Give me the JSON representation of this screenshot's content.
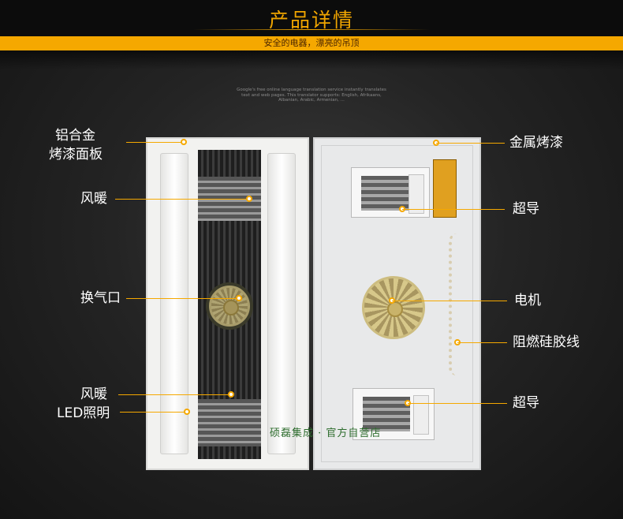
{
  "header": {
    "title": "产品详情",
    "subtitle": "安全的电器，漂亮的吊顶"
  },
  "translator_note": "Google's free online language translation service instantly translates text and web pages. This translator supports: English, Afrikaans, Albanian, Arabic, Armenian, ...",
  "watermark": "硕磊集成 · 官方自营店",
  "callouts": {
    "left": [
      {
        "name": "aluminum-panel",
        "line1": "铝合金",
        "line2": "烤漆面板"
      },
      {
        "name": "heater-top",
        "label": "风暖"
      },
      {
        "name": "vent",
        "label": "换气口"
      },
      {
        "name": "heater-bottom",
        "label": "风暖"
      },
      {
        "name": "led",
        "label": "LED照明"
      }
    ],
    "right": [
      {
        "name": "metal-paint",
        "label": "金属烤漆"
      },
      {
        "name": "superconductor-top",
        "label": "超导"
      },
      {
        "name": "motor",
        "label": "电机"
      },
      {
        "name": "flame-retardant-cable",
        "label": "阻燃硅胶线"
      },
      {
        "name": "superconductor-bottom",
        "label": "超导"
      }
    ]
  },
  "colors": {
    "accent": "#f5a800",
    "title": "#f0a500",
    "band_text": "#4a2500",
    "watermark": "#2e6d2e"
  }
}
